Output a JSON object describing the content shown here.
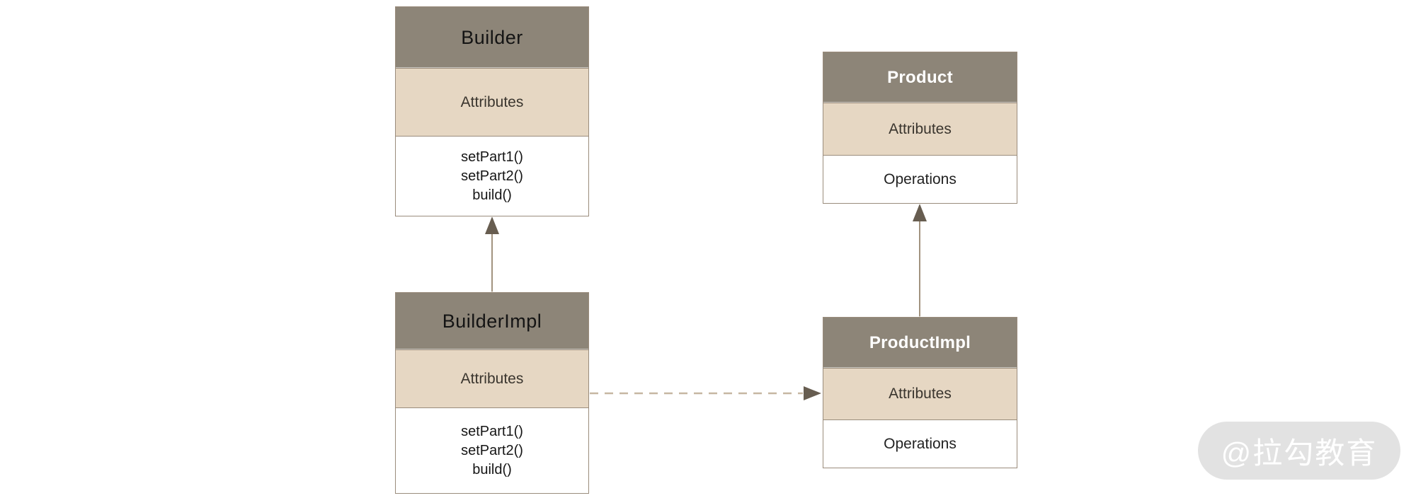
{
  "classes": {
    "builder": {
      "title": "Builder",
      "attributes": "Attributes",
      "methods": [
        "setPart1()",
        "setPart2()",
        "build()"
      ]
    },
    "builderImpl": {
      "title": "BuilderImpl",
      "attributes": "Attributes",
      "methods": [
        "setPart1()",
        "setPart2()",
        "build()"
      ]
    },
    "product": {
      "title": "Product",
      "attributes": "Attributes",
      "operations": "Operations"
    },
    "productImpl": {
      "title": "ProductImpl",
      "attributes": "Attributes",
      "operations": "Operations"
    }
  },
  "relationships": [
    {
      "from": "BuilderImpl",
      "to": "Builder",
      "type": "generalization",
      "line": "solid",
      "direction": "up"
    },
    {
      "from": "ProductImpl",
      "to": "Product",
      "type": "generalization",
      "line": "solid",
      "direction": "up"
    },
    {
      "from": "BuilderImpl",
      "to": "ProductImpl",
      "type": "dependency",
      "line": "dashed",
      "direction": "right"
    }
  ],
  "watermark": {
    "text": "@拉勾教育"
  },
  "colors": {
    "header_fill": "#8d8578",
    "attributes_fill": "#e6d7c3",
    "operations_fill": "#ffffff",
    "border": "#9a8c7c",
    "arrow_line": "#a2937f",
    "arrow_head": "#675d50",
    "dashed_line": "#c6b7a2",
    "watermark_bg": "#e2e2e2",
    "watermark_text": "#ffffff"
  }
}
